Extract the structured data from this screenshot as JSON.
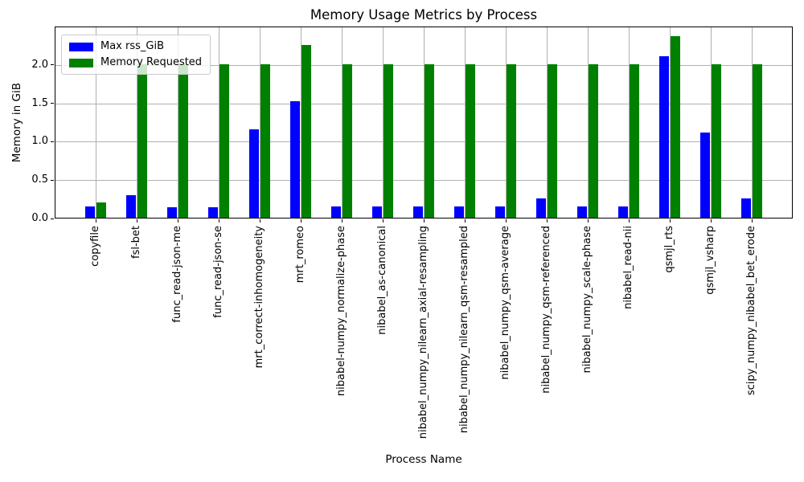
{
  "chart_data": {
    "type": "bar",
    "title": "Memory Usage Metrics by Process",
    "xlabel": "Process Name",
    "ylabel": "Memory in GiB",
    "categories": [
      "copyfile",
      "fsl-bet",
      "func_read-json-me",
      "func_read-json-se",
      "mrt_correct-inhomogeneity",
      "mrt_romeo",
      "nibabel-numpy_normalize-phase",
      "nibabel_as-canonical",
      "nibabel_numpy_nilearn_axial-resampling",
      "nibabel_numpy_nilearn_qsm-resampled",
      "nibabel_numpy_qsm-average",
      "nibabel_numpy_qsm-referenced",
      "nibabel_numpy_scale-phase",
      "nibabel_read-nii",
      "qsmjl_rts",
      "qsmjl_vsharp",
      "scipy_numpy_nibabel_bet_erode"
    ],
    "series": [
      {
        "name": "Max rss_GiB",
        "color": "#0000ff",
        "values": [
          0.15,
          0.29,
          0.14,
          0.14,
          1.15,
          1.52,
          0.15,
          0.15,
          0.15,
          0.15,
          0.15,
          0.25,
          0.15,
          0.15,
          2.1,
          1.11,
          0.25
        ]
      },
      {
        "name": "Memory Requested",
        "color": "#008000",
        "values": [
          0.2,
          2.0,
          2.0,
          2.0,
          2.0,
          2.25,
          2.0,
          2.0,
          2.0,
          2.0,
          2.0,
          2.0,
          2.0,
          2.0,
          2.36,
          2.0,
          2.0
        ]
      }
    ],
    "ylim": [
      0,
      2.5
    ],
    "yticks": [
      0.0,
      0.5,
      1.0,
      1.5,
      2.0
    ],
    "ytick_labels": [
      "0.0",
      "0.5",
      "1.0",
      "1.5",
      "2.0"
    ],
    "grid": true,
    "grid_color": "#b0b0b0",
    "legend_position": "upper left"
  }
}
